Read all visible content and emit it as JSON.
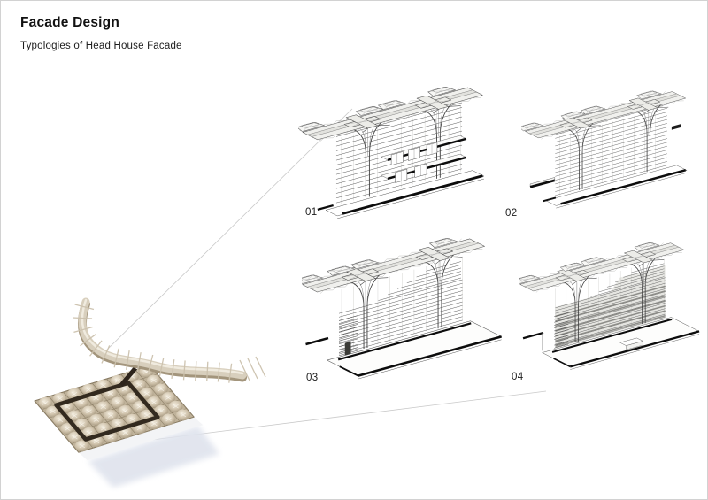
{
  "page": {
    "title": "Facade Design",
    "subtitle": "Typologies of Head House Facade"
  },
  "figures": [
    {
      "label": "01",
      "name": "head-house-facade-typology-01"
    },
    {
      "label": "02",
      "name": "head-house-facade-typology-02"
    },
    {
      "label": "03",
      "name": "head-house-facade-typology-03"
    },
    {
      "label": "04",
      "name": "head-house-facade-typology-04"
    }
  ],
  "site_model": {
    "name": "head-house-site-model-3d-render",
    "elements": [
      "vaulted-roof-grid",
      "dark-head-house-frame",
      "curved-ramp-canopy",
      "ground-shadow"
    ]
  },
  "colors": {
    "background": "#ffffff",
    "drawing_line": "#4a4a4a",
    "drawing_black": "#0d0d0d",
    "model_beige": "#d8cfbd",
    "model_beige_dark": "#a3957c",
    "model_frame_dark": "#332a1f",
    "shadow_blue": "#dfe3ed",
    "leader_line": "#c9c9c9"
  }
}
